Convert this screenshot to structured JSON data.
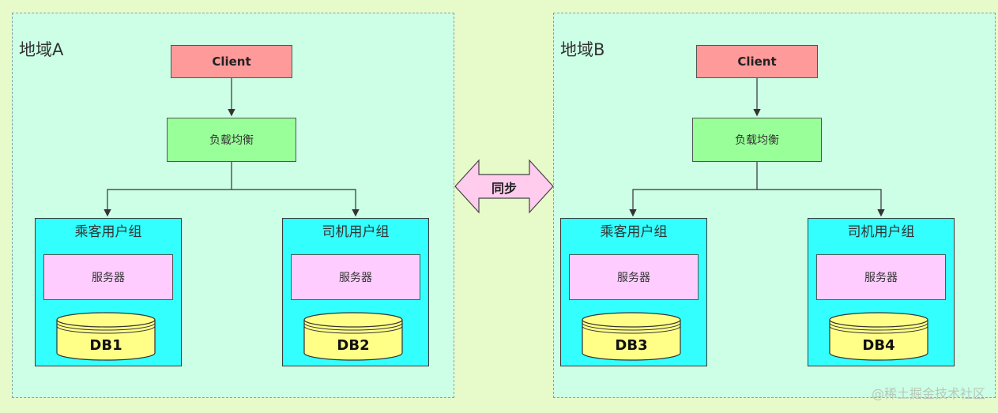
{
  "regions": [
    {
      "title": "地域A",
      "client": "Client",
      "load_balancer": "负载均衡",
      "groups": [
        {
          "title": "乘客用户组",
          "server": "服务器",
          "db": "DB1"
        },
        {
          "title": "司机用户组",
          "server": "服务器",
          "db": "DB2"
        }
      ]
    },
    {
      "title": "地域B",
      "client": "Client",
      "load_balancer": "负载均衡",
      "groups": [
        {
          "title": "乘客用户组",
          "server": "服务器",
          "db": "DB3"
        },
        {
          "title": "司机用户组",
          "server": "服务器",
          "db": "DB4"
        }
      ]
    }
  ],
  "sync_label": "同步",
  "watermark": "@稀土掘金技术社区",
  "colors": {
    "background": "#e6fbc9",
    "region": "#ccffe6",
    "client": "#ff9a9a",
    "load_balancer": "#99ff99",
    "group": "#33ffff",
    "server": "#ffccff",
    "db": "#ffff88",
    "sync_arrow": "#ffccee"
  }
}
